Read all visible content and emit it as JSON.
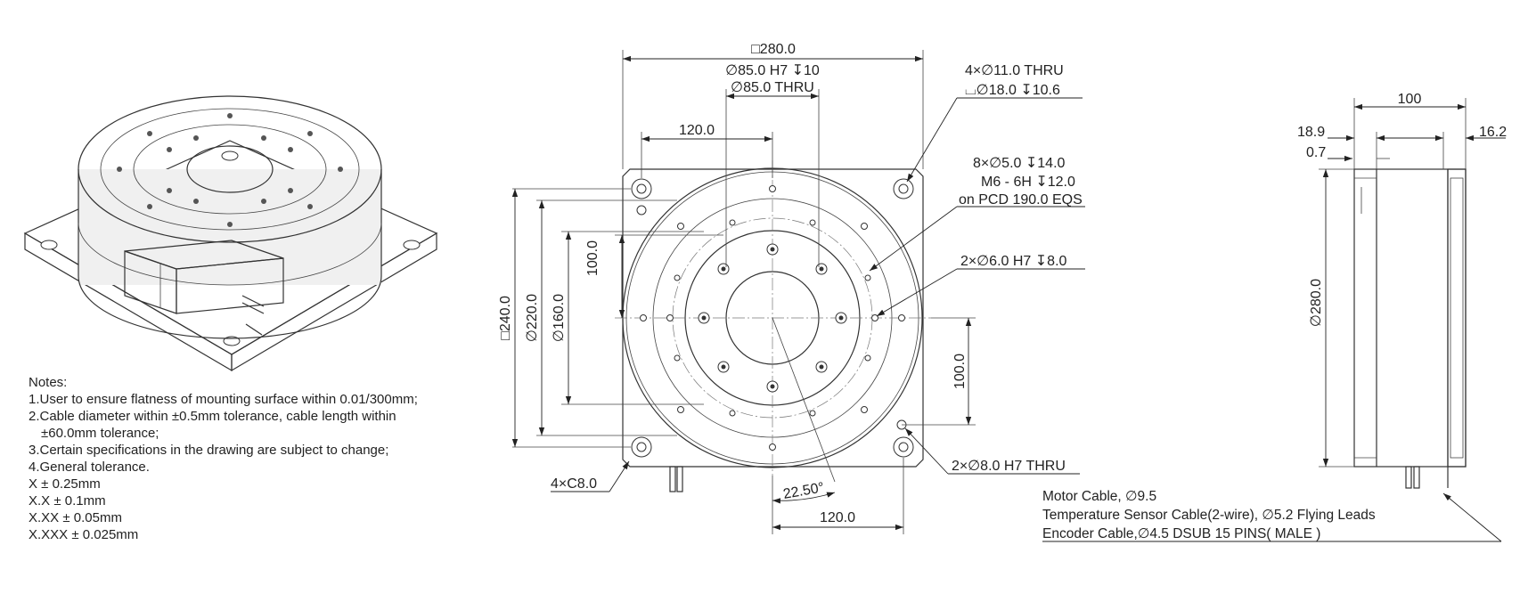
{
  "dimensions": {
    "width_square": "□280.0",
    "bore_h7": "∅85.0 H7 ↧10",
    "bore_thru": "∅85.0 THRU",
    "top_120": "120.0",
    "bottom_120": "120.0",
    "vert_100_left": "100.0",
    "vert_100_right": "100.0",
    "sq_240": "□240.0",
    "dia_220": "∅220.0",
    "dia_160": "∅160.0",
    "chamfer": "4×C8.0",
    "angle": "22.50°",
    "holes_4x_line1": "4×∅11.0 THRU",
    "holes_4x_line2": "⌴∅18.0 ↧10.6",
    "holes_8x_line1": "8×∅5.0 ↧14.0",
    "holes_8x_line2": "M6 - 6H ↧12.0",
    "holes_8x_line3": "on PCD 190.0 EQS",
    "holes_2x_h7": "2×∅6.0 H7 ↧8.0",
    "holes_2x_thru": "2×∅8.0 H7 THRU",
    "side_100": "100",
    "side_18_9": "18.9",
    "side_16_2": "16.2",
    "side_0_7": "0.7",
    "side_dia_280": "∅280.0"
  },
  "cables": [
    "Motor Cable, ∅9.5",
    "Temperature Sensor Cable(2-wire), ∅5.2 Flying Leads",
    "Encoder Cable,∅4.5 DSUB 15 PINS( MALE )"
  ],
  "notes": {
    "title": "Notes:",
    "items": [
      "1.User to ensure flatness of mounting surface within 0.01/300mm;",
      "2.Cable diameter within ±0.5mm tolerance, cable length within",
      "±60.0mm tolerance;",
      "3.Certain specifications in the drawing are subject to change;",
      "4.General tolerance.",
      "X ± 0.25mm",
      "X.X ± 0.1mm",
      "X.XX ± 0.05mm",
      "X.XXX ± 0.025mm"
    ]
  }
}
